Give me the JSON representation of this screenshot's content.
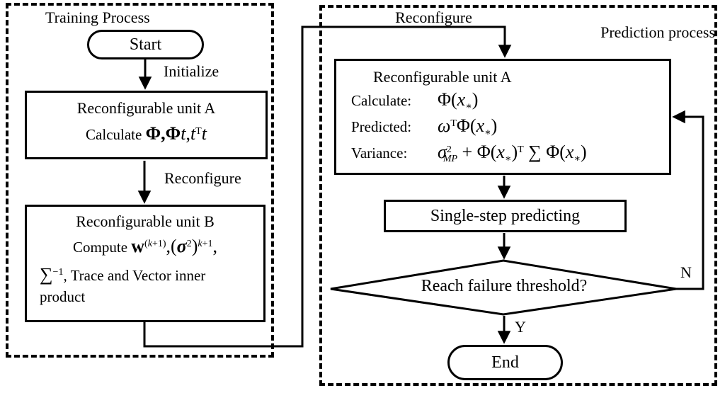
{
  "colors": {
    "ink": "#000000",
    "paper": "#ffffff"
  },
  "training": {
    "label": "Training Process",
    "start_label": "Start",
    "edge_initialize": "Initialize",
    "edge_reconfigure": "Reconfigure",
    "unit_a": {
      "title": "Reconfigurable unit A",
      "formula": [
        {
          "x": "Calculate "
        },
        {
          "x": "Φ",
          "b": true,
          "m": true
        },
        {
          "x": ",",
          "b": true,
          "m": true
        },
        {
          "x": "Φ",
          "b": true,
          "m": true
        },
        {
          "x": "t",
          "i": true,
          "m": true
        },
        {
          "x": ",",
          "m": true
        },
        {
          "x": "t",
          "i": true,
          "m": true
        },
        {
          "x": "T",
          "sup": true
        },
        {
          "x": "t",
          "i": true,
          "m": true
        }
      ]
    },
    "unit_b": {
      "title": "Reconfigurable unit B",
      "line1": [
        {
          "x": "Compute "
        },
        {
          "x": "w",
          "b": true,
          "m": true
        },
        {
          "x": "(",
          "sup": true
        },
        {
          "x": "k",
          "sup": true,
          "i": true
        },
        {
          "x": "+1)",
          "sup": true
        },
        {
          "x": ",(",
          "m": true
        },
        {
          "x": "σ",
          "b": true,
          "i": true,
          "m": true
        },
        {
          "x": "2",
          "sup": true
        },
        {
          "x": ")",
          "m": true
        },
        {
          "x": "k",
          "sup": true,
          "i": true
        },
        {
          "x": "+1",
          "sup": true
        },
        {
          "x": ",",
          "m": true
        }
      ],
      "line2": [
        {
          "x": "∑",
          "m": true
        },
        {
          "x": "−1",
          "sup": true
        },
        {
          "x": ", Trace and Vector inner"
        }
      ],
      "line3": "product"
    }
  },
  "prediction": {
    "label": "Prediction process",
    "edge_reconfigure": "Reconfigure",
    "unit_a": {
      "title": "Reconfigurable unit A",
      "rows": [
        {
          "label": "Calculate:",
          "formula": [
            {
              "x": "Φ(",
              "m": true
            },
            {
              "x": "x",
              "i": true,
              "m": true
            },
            {
              "x": "∗",
              "sub": true
            },
            {
              "x": ")",
              "m": true
            }
          ]
        },
        {
          "label": "Predicted:",
          "formula": [
            {
              "x": "ω",
              "i": true,
              "m": true
            },
            {
              "x": "T",
              "sup": true
            },
            {
              "x": "Φ(",
              "m": true
            },
            {
              "x": "x",
              "i": true,
              "m": true
            },
            {
              "x": "∗",
              "sub": true
            },
            {
              "x": ")",
              "m": true
            }
          ]
        },
        {
          "label": "Variance:",
          "formula": [
            {
              "x": "σ",
              "i": true,
              "m": true
            },
            {
              "x": "2",
              "sup": true
            },
            {
              "x": "MP",
              "sub": true,
              "i": true,
              "stk": true
            },
            {
              "x": " + Φ(",
              "m": true
            },
            {
              "x": "x",
              "i": true,
              "m": true
            },
            {
              "x": "∗",
              "sub": true
            },
            {
              "x": ")",
              "m": true
            },
            {
              "x": "T",
              "sup": true
            },
            {
              "x": " ∑ ",
              "m": true
            },
            {
              "x": "Φ(",
              "m": true
            },
            {
              "x": "x",
              "i": true,
              "m": true
            },
            {
              "x": "∗",
              "sub": true
            },
            {
              "x": ")",
              "m": true
            }
          ]
        }
      ]
    },
    "single_step_label": "Single-step predicting",
    "decision_label": "Reach failure threshold?",
    "branch_no": "N",
    "branch_yes": "Y",
    "end_label": "End"
  }
}
